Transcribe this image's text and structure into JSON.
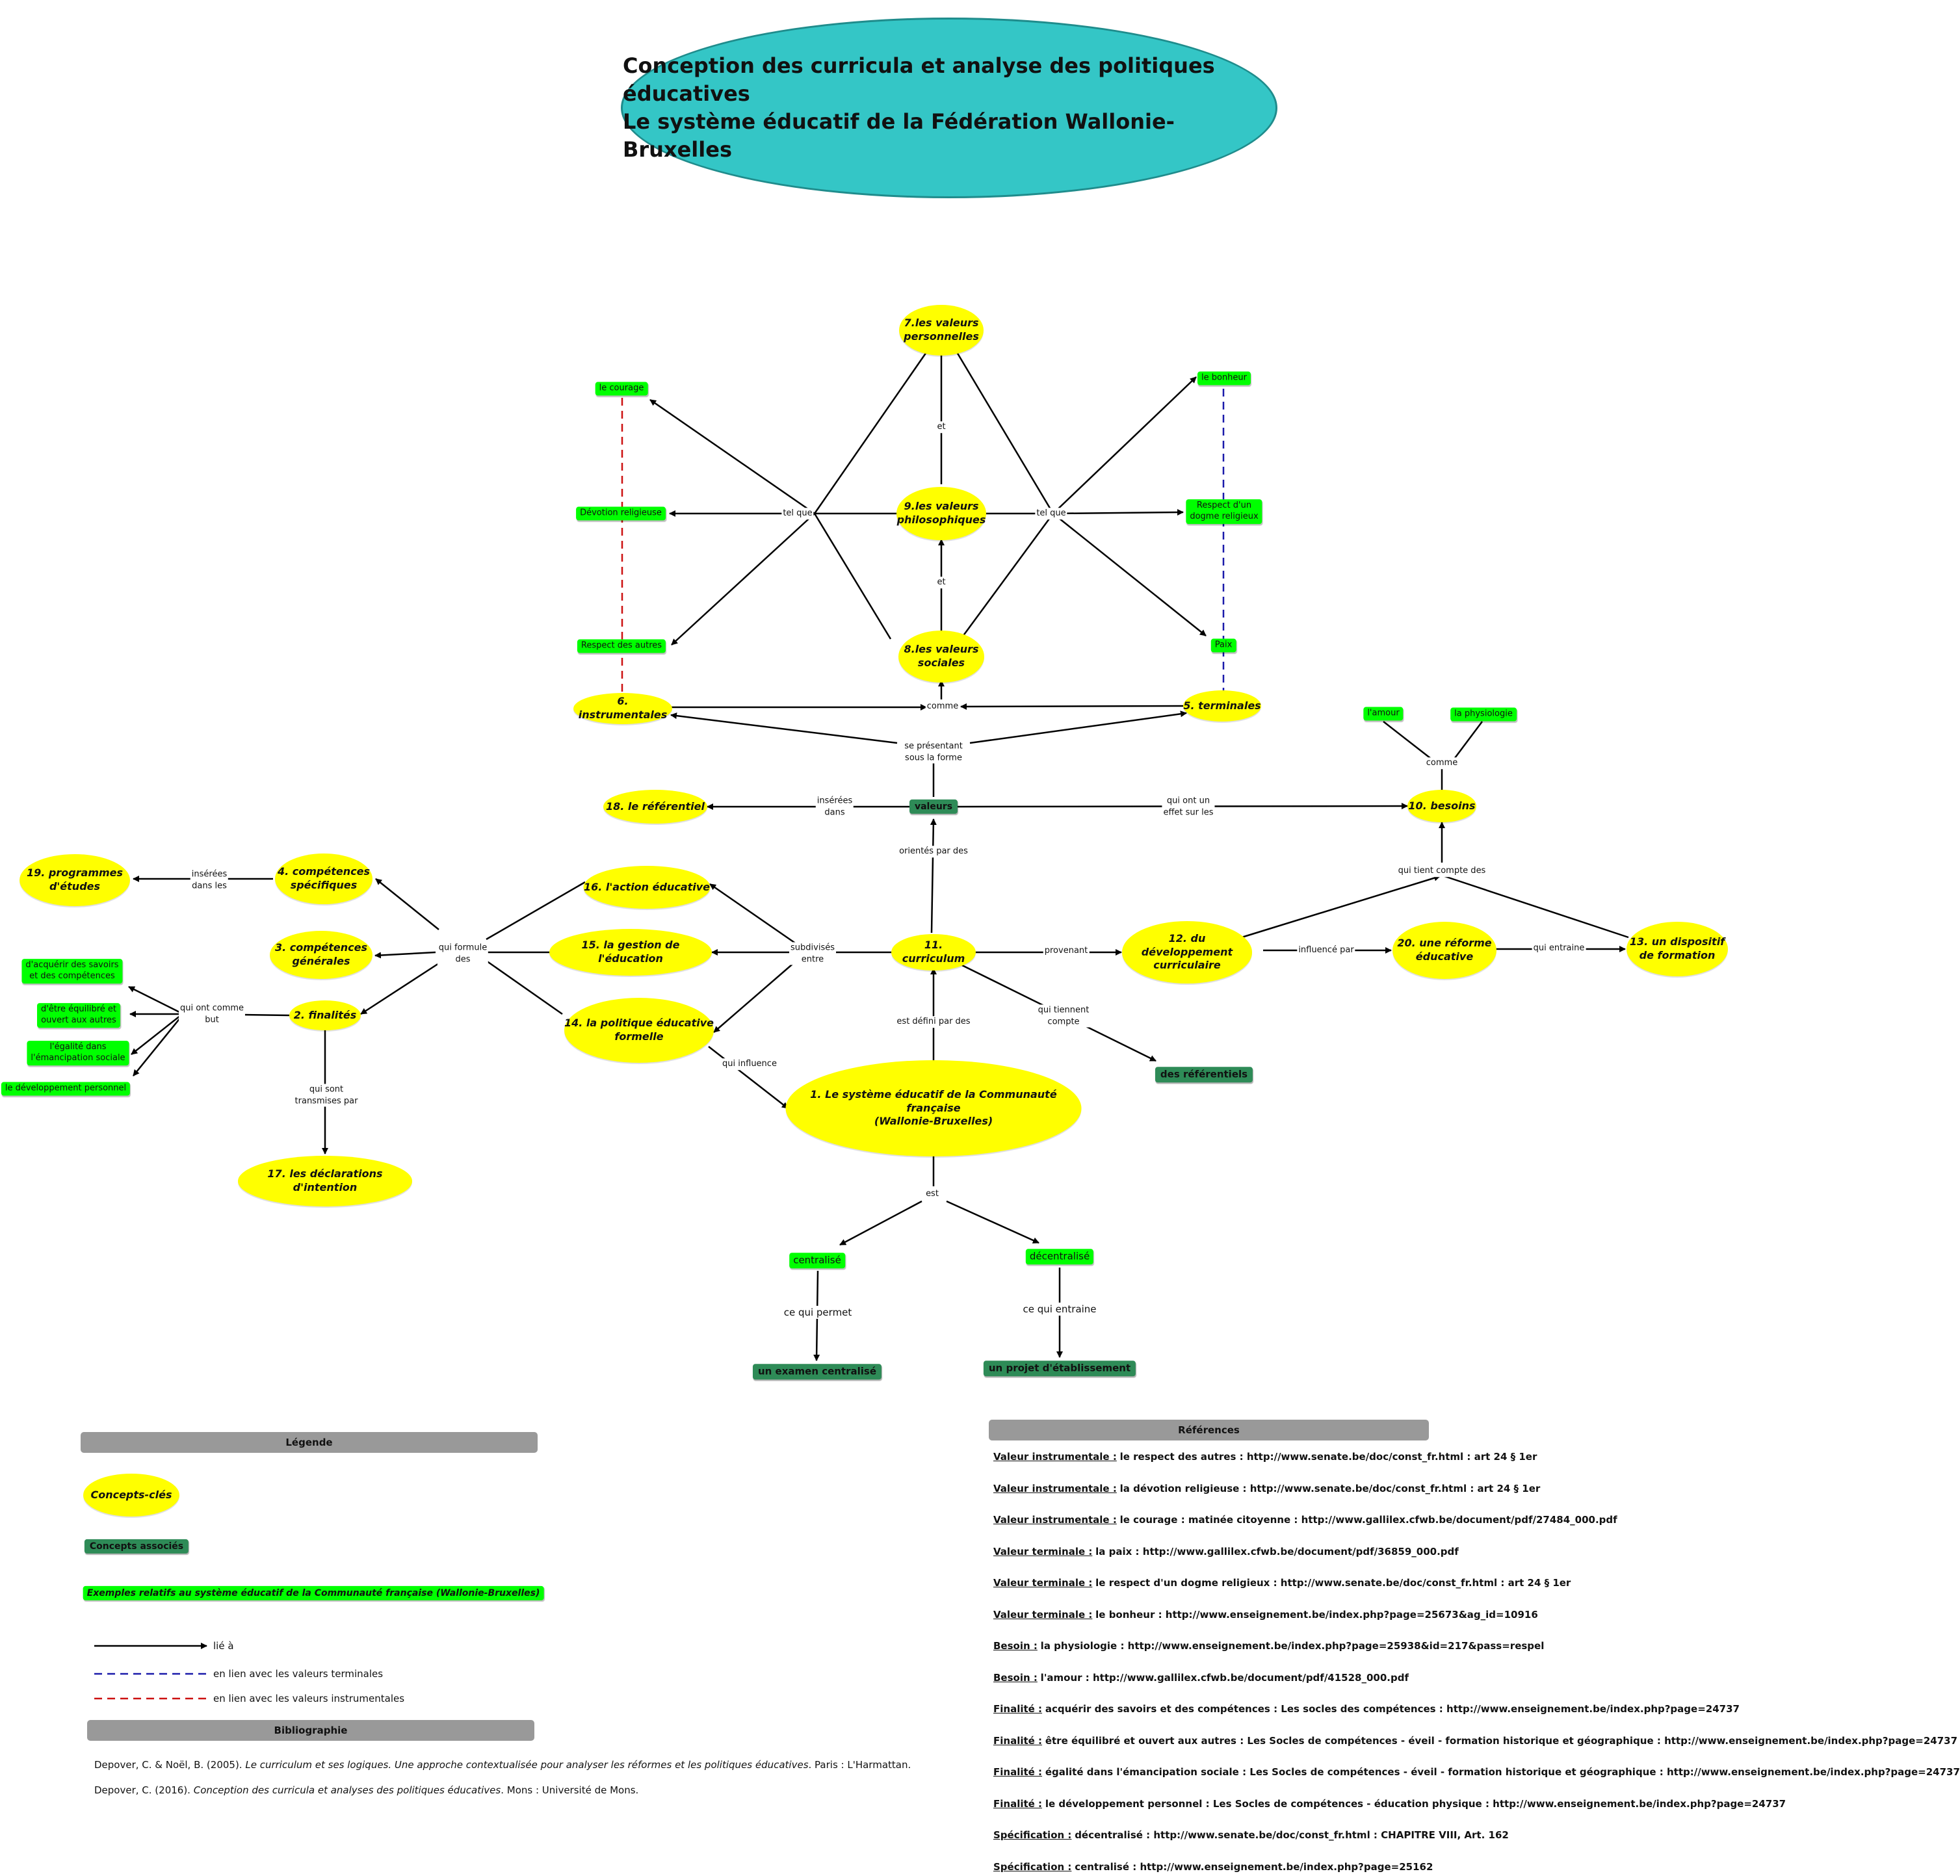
{
  "title": {
    "line1": "Conception des curricula et analyse des politiques éducatives",
    "line2": "Le système éducatif de la Fédération Wallonie-Bruxelles"
  },
  "nodes": {
    "n7": "7.les valeurs\npersonnelles",
    "n9": "9.les valeurs\nphilosophiques",
    "n8": "8.les valeurs\nsociales",
    "n6": "6. instrumentales",
    "n5": "5. terminales",
    "n18": "18. le référentiel",
    "n10": "10. besoins",
    "n19": "19. programmes\nd'études",
    "n4": "4. compétences\nspécifiques",
    "n3": "3. compétences\ngénérales",
    "n2": "2. finalités",
    "n17": "17. les déclarations d'intention",
    "n16": "16. l'action éducative",
    "n15": "15. la gestion de l'éducation",
    "n14": "14. la politique éducative\nformelle",
    "n11": "11. curriculum",
    "n12": "12. du développement\ncurriculaire",
    "n20": "20. une réforme\néducative",
    "n13": "13. un dispositif\nde formation",
    "n1": "1. Le système éducatif de la Communauté française\n(Wallonie-Bruxelles)",
    "courage": "le courage",
    "devotion": "Dévotion religieuse",
    "respect_autres": "Respect des autres",
    "bonheur": "le bonheur",
    "respect_dogme": "Respect d'un\ndogme religieux",
    "paix": "Paix",
    "amour": "l'amour",
    "physiologie": "la physiologie",
    "savoirs": "d'acquérir des savoirs\net des compétences",
    "equilibre": "d'être équilibré et\nouvert aux autres",
    "egalite": "l'égalité dans\nl'émancipation sociale",
    "developpement": "le développement personnel",
    "centralise": "centralisé",
    "decentralise": "décentralisé",
    "valeurs": "valeurs",
    "referentiels": "des référentiels",
    "examen": "un examen centralisé",
    "projet": "un projet d'établissement"
  },
  "labels": {
    "et_top": "et",
    "et_bottom": "et",
    "tel_que_left": "tel que",
    "tel_que_right": "tel que",
    "comme_values": "comme",
    "se_presentant": "se présentant\nsous la forme",
    "inserees_dans": "insérées\ndans",
    "ont_effet": "qui ont un\neffet sur les",
    "comme_besoins": "comme",
    "orientes": "orientés par des",
    "tient_compte": "qui tient compte des",
    "inserees_dans_les": "insérées\ndans les",
    "qui_formule": "qui formule\ndes",
    "subdivises": "subdivisés\nentre",
    "provenant": "provenant",
    "influence_par": "influencé par",
    "qui_entraine": "qui entraine",
    "qui_ont_comme_but": "qui ont comme\nbut",
    "transmises": "qui sont\ntransmises par",
    "qui_influence": "qui influence",
    "est_defini": "est défini par des",
    "tiennent_compte": "qui tiennent\ncompte",
    "est": "est",
    "ce_qui_permet": "ce qui permet",
    "ce_qui_entraine": "ce qui entraine"
  },
  "legend": {
    "header": "Légende",
    "concepts_cles": "Concepts-clés",
    "concepts_associes": "Concepts associés",
    "exemples": "Exemples relatifs au système éducatif de la Communauté française (Wallonie-Bruxelles)",
    "lie_a": "lié à",
    "terminales": "en lien avec les valeurs terminales",
    "instrumentales": "en lien avec les valeurs instrumentales"
  },
  "bibliography": {
    "header": "Bibliographie",
    "items": [
      {
        "pre": "Depover, C. & Noël, B. (2005). ",
        "it": "Le curriculum et ses logiques. Une approche contextualisée pour analyser les réformes et les politiques éducatives",
        "post": ". Paris : L'Harmattan."
      },
      {
        "pre": "Depover, C. (2016). ",
        "it": "Conception des curricula et analyses des politiques éducatives",
        "post": ". Mons : Université de Mons."
      }
    ]
  },
  "references": {
    "header": "Références",
    "items": [
      {
        "key": "Valeur instrumentale :",
        "text": "le respect des autres : http://www.senate.be/doc/const_fr.html : art 24 § 1er"
      },
      {
        "key": "Valeur instrumentale :",
        "text": "la dévotion religieuse : http://www.senate.be/doc/const_fr.html : art 24 § 1er"
      },
      {
        "key": "Valeur instrumentale :",
        "text": "le courage : matinée citoyenne : http://www.gallilex.cfwb.be/document/pdf/27484_000.pdf"
      },
      {
        "key": "Valeur terminale :",
        "text": "la paix : http://www.gallilex.cfwb.be/document/pdf/36859_000.pdf"
      },
      {
        "key": "Valeur terminale :",
        "text": "le respect d'un dogme religieux : http://www.senate.be/doc/const_fr.html : art 24 § 1er"
      },
      {
        "key": "Valeur terminale :",
        "text": "le bonheur : http://www.enseignement.be/index.php?page=25673&ag_id=10916"
      },
      {
        "key": "Besoin :",
        "text": "la physiologie : http://www.enseignement.be/index.php?page=25938&id=217&pass=respel"
      },
      {
        "key": "Besoin :",
        "text": "l'amour : http://www.gallilex.cfwb.be/document/pdf/41528_000.pdf"
      },
      {
        "key": "Finalité :",
        "text": "acquérir des savoirs et des compétences : Les socles des compétences : http://www.enseignement.be/index.php?page=24737"
      },
      {
        "key": "Finalité :",
        "text": "être équilibré et ouvert aux autres :  Les Socles de compétences - éveil - formation historique et géographique : http://www.enseignement.be/index.php?page=24737"
      },
      {
        "key": "Finalité :",
        "text": "égalité dans l'émancipation sociale : Les Socles de compétences - éveil - formation historique et géographique : http://www.enseignement.be/index.php?page=24737"
      },
      {
        "key": "Finalité :",
        "text": "le développement personnel : Les Socles de compétences - éducation physique : http://www.enseignement.be/index.php?page=24737"
      },
      {
        "key": "Spécification :",
        "text": "décentralisé : http://www.senate.be/doc/const_fr.html : CHAPITRE VIII, Art. 162"
      },
      {
        "key": "Spécification :",
        "text": "centralisé : http://www.enseignement.be/index.php?page=25162"
      }
    ]
  },
  "colors": {
    "key_concept": "#ffff00",
    "associated_concept": "#2e8b57",
    "example": "#00ff00",
    "title_fill": "#34c6c6",
    "terminal_link": "#1a1aaa",
    "instrumental_link": "#cc1111"
  }
}
